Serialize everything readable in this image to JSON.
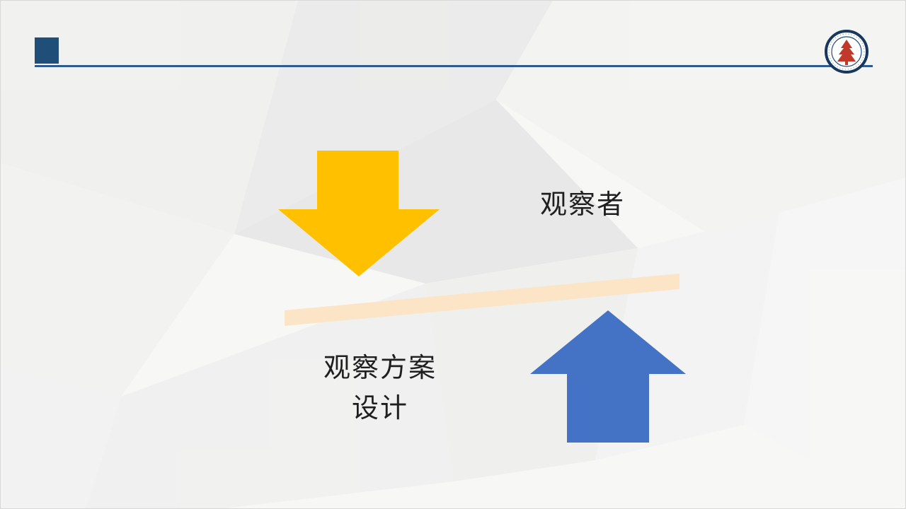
{
  "slide": {
    "header": {
      "accent_square_color": "#1F4E79",
      "rule_color": "#2E5B8F"
    },
    "logo": {
      "ring_color": "#17375E",
      "inner_ring_color": "#1F4E79",
      "emblem_color": "#C0392B"
    },
    "diagram": {
      "observer_label": "观察者",
      "plan_label_line1": "观察方案",
      "plan_label_line2": "设计",
      "down_arrow_color": "#FFC000",
      "up_arrow_color": "#4472C4",
      "band_color": "#FBE5C6"
    }
  }
}
